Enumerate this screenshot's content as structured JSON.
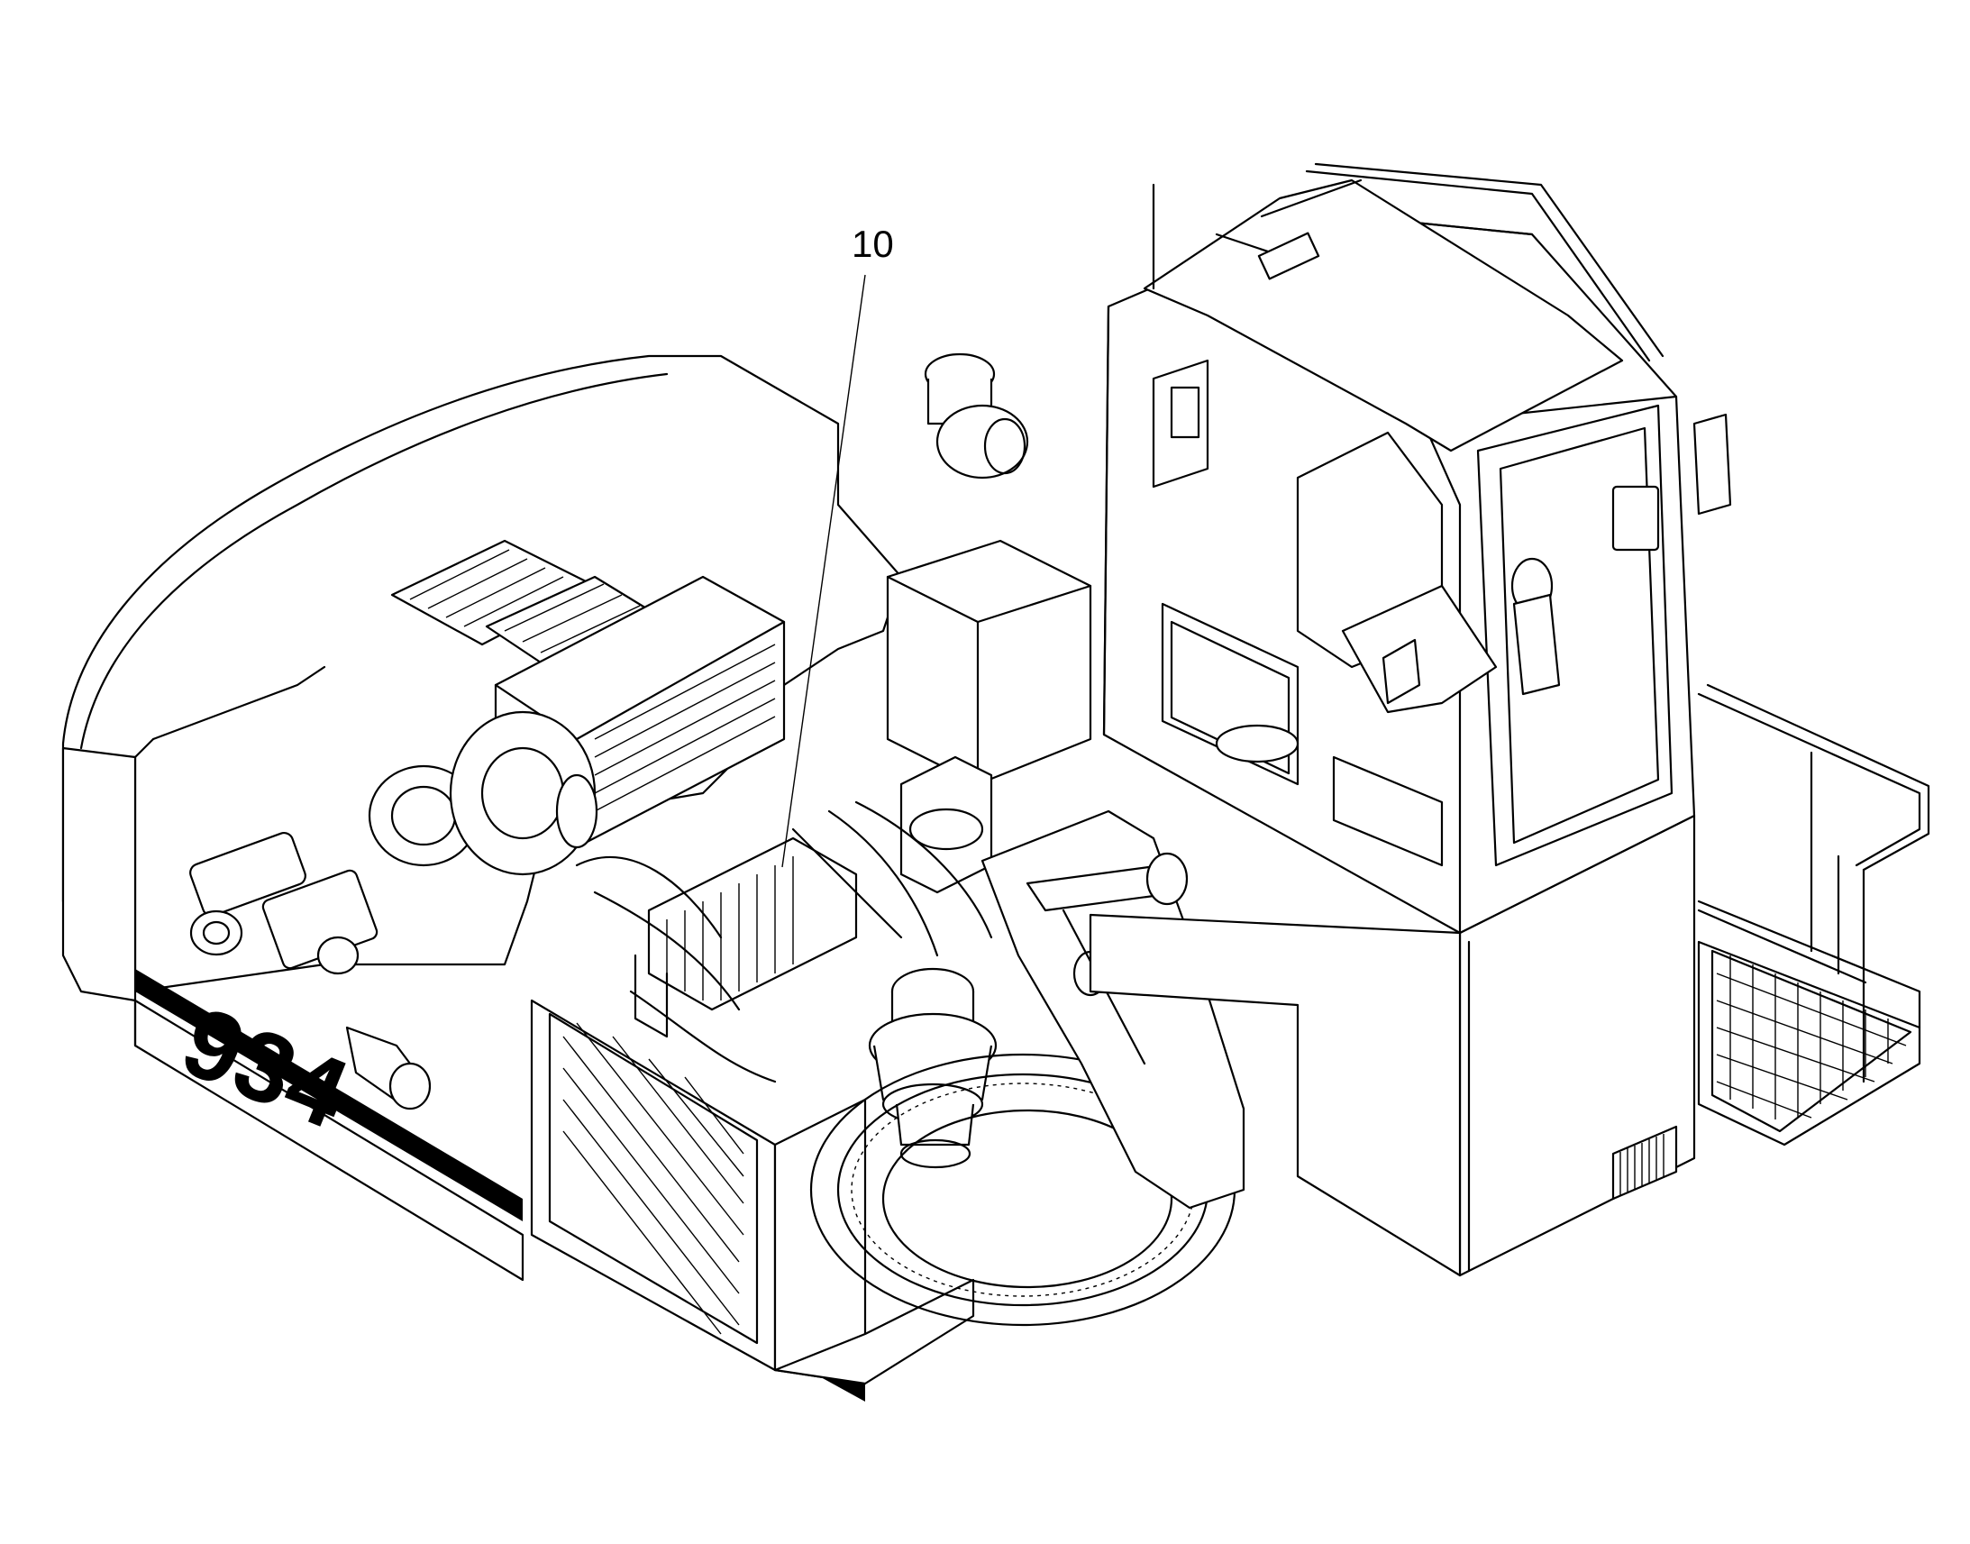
{
  "callouts": [
    {
      "id": "callout-10",
      "label": "10"
    }
  ],
  "model_decal": "934",
  "colors": {
    "line": "#000000",
    "background": "#ffffff"
  }
}
